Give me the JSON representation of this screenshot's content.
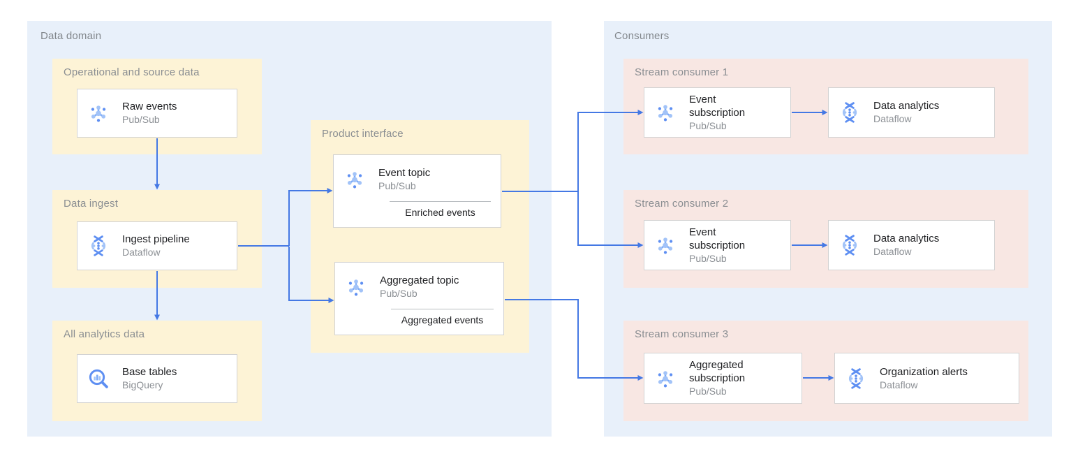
{
  "colors": {
    "domain_bg": "#e8f0fa",
    "group_bg": "#fdf3d6",
    "consumer_group_bg": "#f8e7e3",
    "card_bg": "#ffffff",
    "card_border": "#d2d2d2",
    "arrow": "#4478e4",
    "label_gray": "#82878c",
    "title_dark": "#202124",
    "subtitle_gray": "#8b8f94"
  },
  "data_domain": {
    "label": "Data domain",
    "operational": {
      "label": "Operational and source data",
      "card": {
        "title": "Raw events",
        "product": "Pub/Sub",
        "icon": "pubsub-icon"
      }
    },
    "ingest": {
      "label": "Data ingest",
      "card": {
        "title": "Ingest pipeline",
        "product": "Dataflow",
        "icon": "dataflow-icon"
      }
    },
    "analytics": {
      "label": "All analytics data",
      "card": {
        "title": "Base tables",
        "product": "BigQuery",
        "icon": "bigquery-icon"
      }
    },
    "product_interface": {
      "label": "Product interface",
      "event_topic": {
        "title": "Event topic",
        "product": "Pub/Sub",
        "note": "Enriched events",
        "icon": "pubsub-icon"
      },
      "aggregated_topic": {
        "title": "Aggregated topic",
        "product": "Pub/Sub",
        "note": "Aggregated events",
        "icon": "pubsub-icon"
      }
    }
  },
  "consumers": {
    "label": "Consumers",
    "stream1": {
      "label": "Stream consumer 1",
      "subscription": {
        "title": "Event subscription",
        "product": "Pub/Sub",
        "icon": "pubsub-icon"
      },
      "processor": {
        "title": "Data analytics",
        "product": "Dataflow",
        "icon": "dataflow-icon"
      }
    },
    "stream2": {
      "label": "Stream consumer 2",
      "subscription": {
        "title": "Event subscription",
        "product": "Pub/Sub",
        "icon": "pubsub-icon"
      },
      "processor": {
        "title": "Data analytics",
        "product": "Dataflow",
        "icon": "dataflow-icon"
      }
    },
    "stream3": {
      "label": "Stream consumer 3",
      "subscription": {
        "title": "Aggregated subscription",
        "product": "Pub/Sub",
        "icon": "pubsub-icon"
      },
      "processor": {
        "title": "Organization alerts",
        "product": "Dataflow",
        "icon": "dataflow-icon"
      }
    }
  }
}
